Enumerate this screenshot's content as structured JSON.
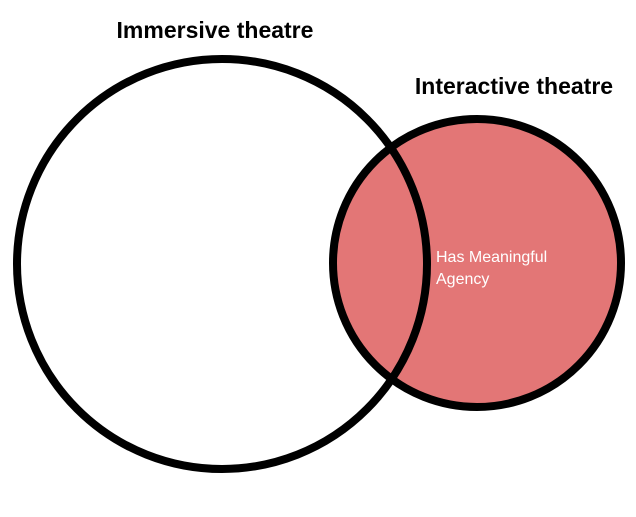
{
  "diagram": {
    "sets": {
      "immersive": {
        "label": "Immersive theatre",
        "fill": "#ffffff",
        "stroke": "#000000"
      },
      "interactive": {
        "label": "Interactive theatre",
        "fill": "#e37676",
        "stroke": "#000000",
        "inner_label_line1": "Has Meaningful",
        "inner_label_line2": "Agency",
        "inner_label_color": "#ffffff"
      }
    }
  }
}
